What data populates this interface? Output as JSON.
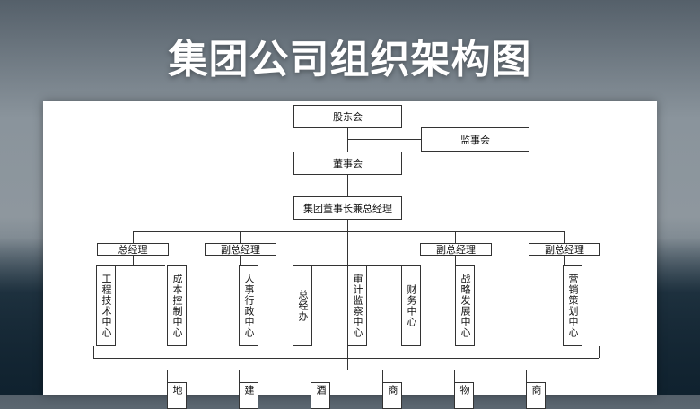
{
  "title": "集团公司组织架构图",
  "nodes": {
    "shareholders": "股东会",
    "supervisors": "监事会",
    "board": "董事会",
    "chairman": "集团董事长兼总经理",
    "gm": "总经理",
    "vp1": "副总经理",
    "vp2": "副总经理",
    "vp3": "副总经理",
    "eng": "工程技术中心",
    "cost": "成本控制中心",
    "hr": "人事行政中心",
    "office": "总经办",
    "audit": "审计监察中心",
    "finance": "财务中心",
    "strategy": "战略发展中心",
    "marketing": "营销策划中心",
    "sub1": "地",
    "sub2": "建",
    "sub3": "酒",
    "sub4": "商",
    "sub5": "物",
    "sub6": "商"
  }
}
